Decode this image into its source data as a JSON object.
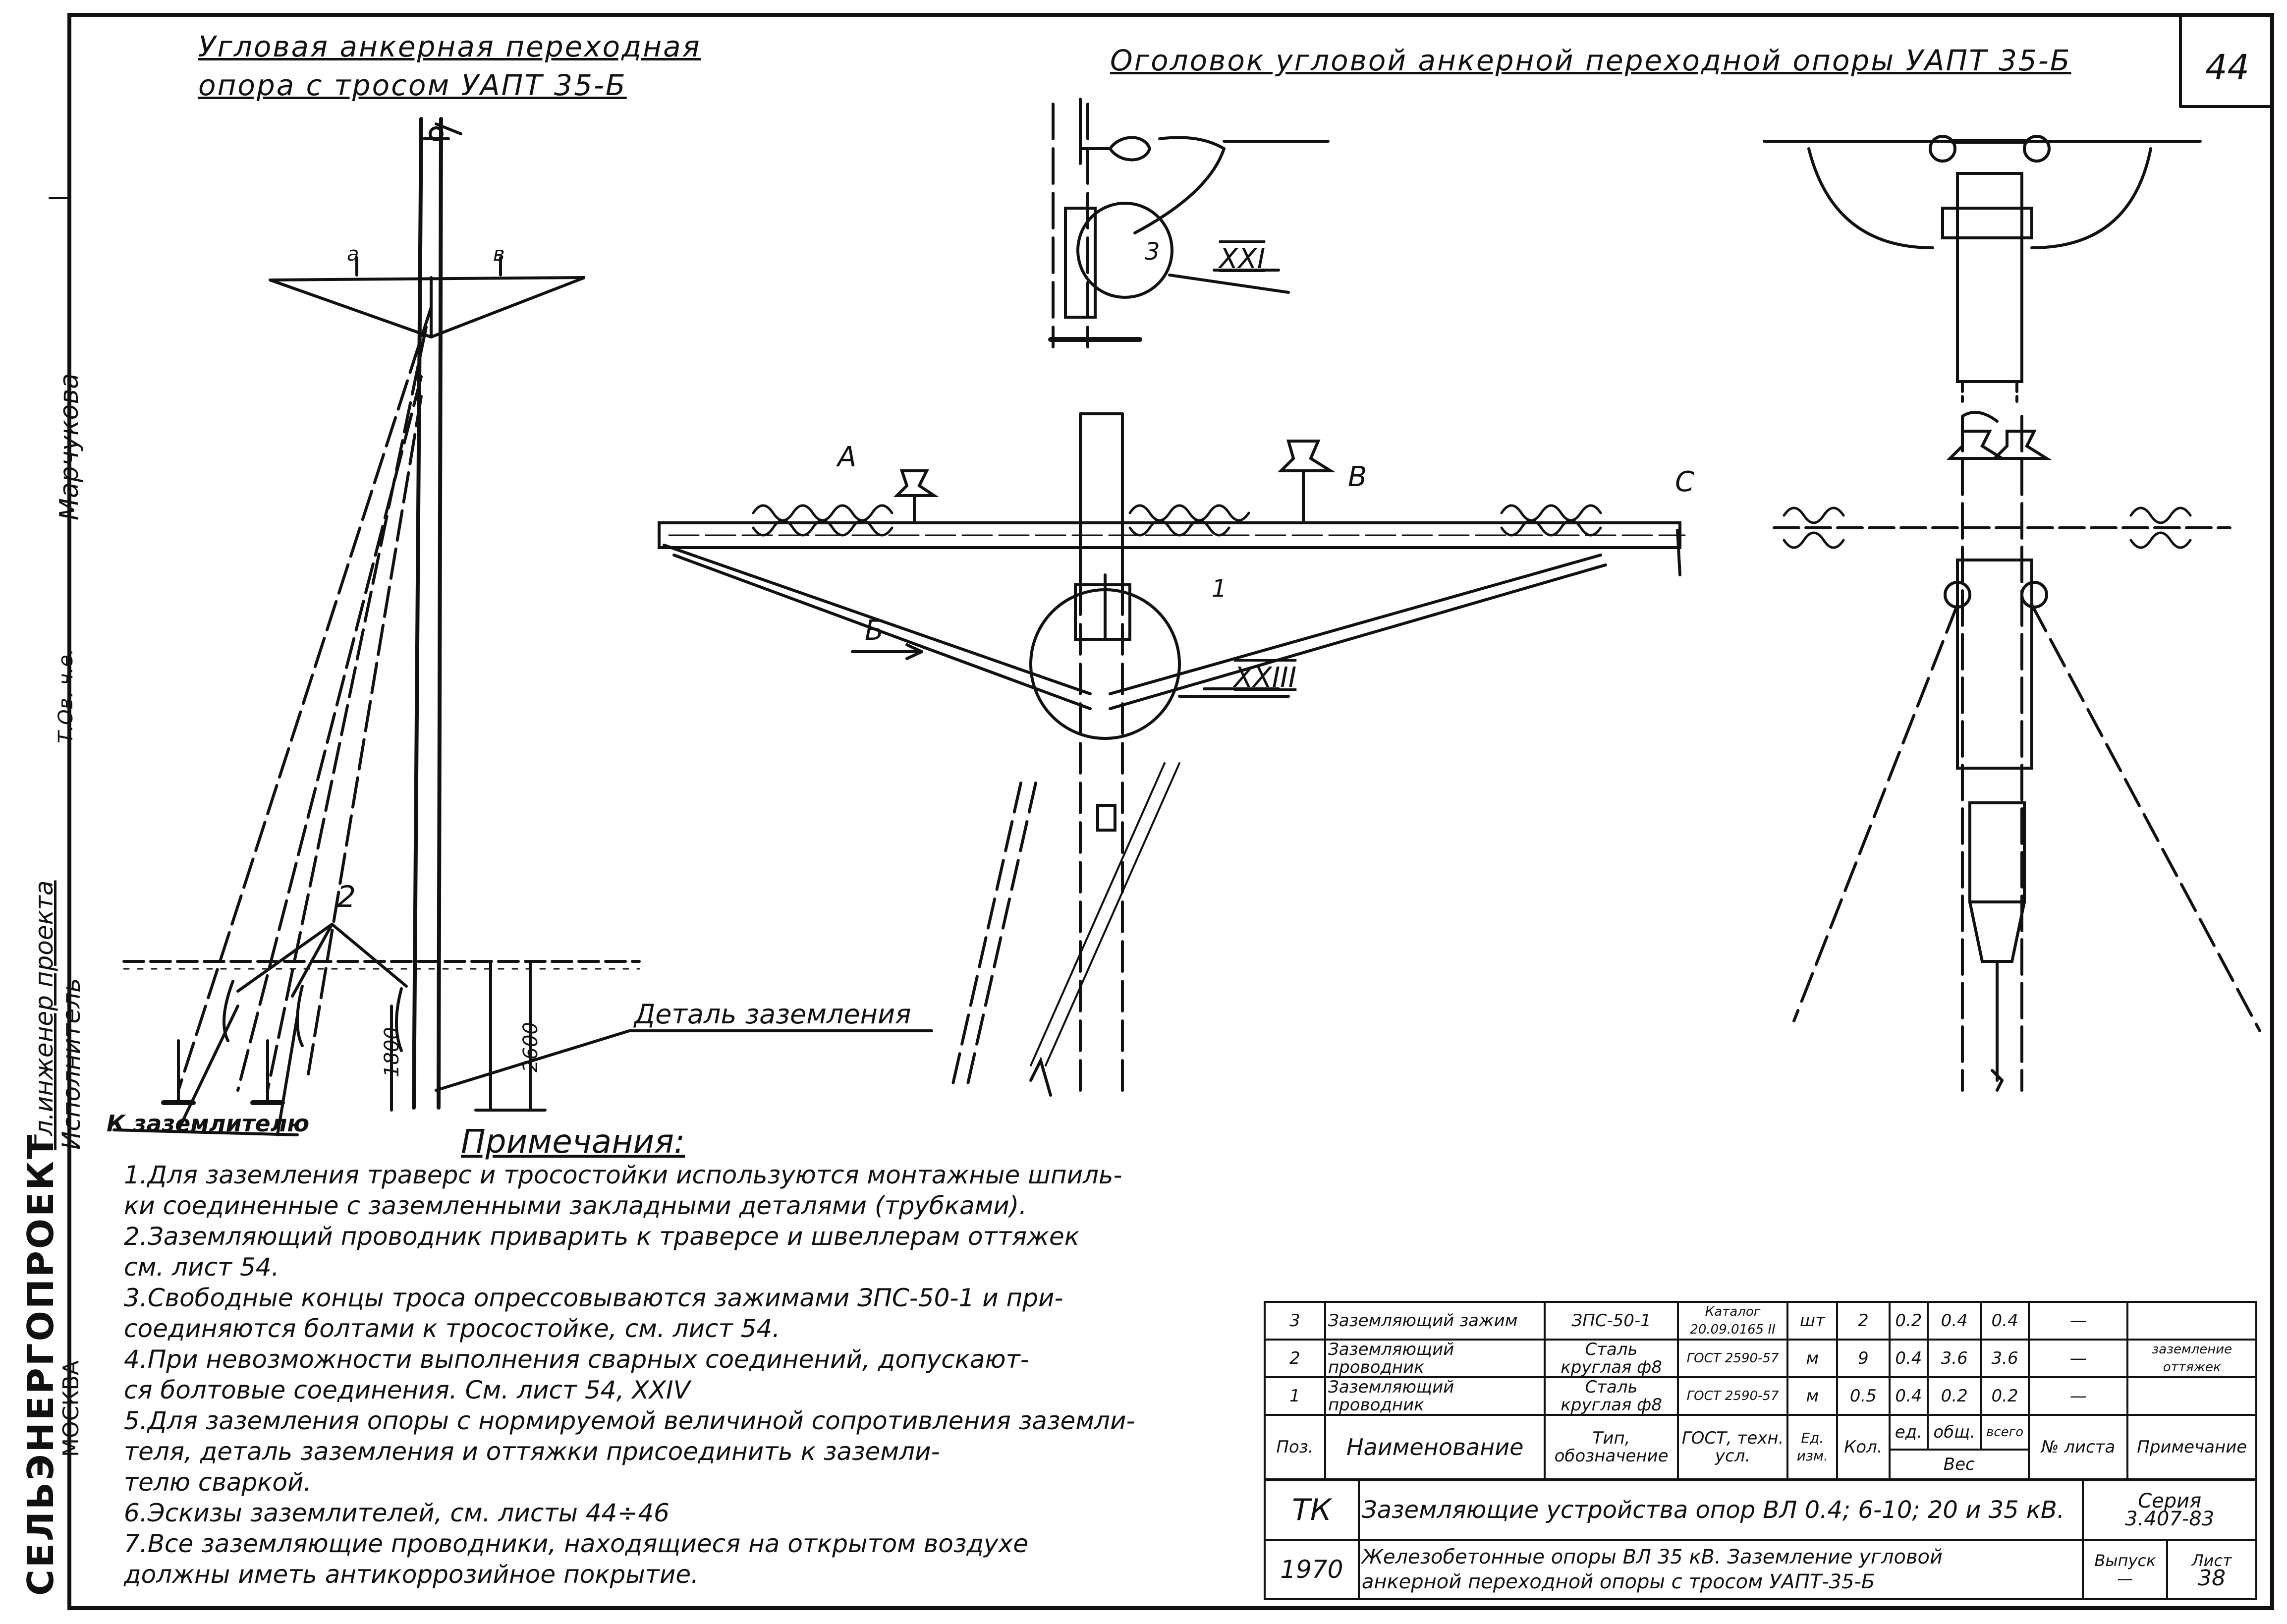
{
  "sheet_number": "44",
  "left_title_line1": "Угловая анкерная переходная",
  "left_title_line2": "опора с тросом УАПТ 35-Б",
  "right_title": "Оголовок угловой анкерной переходной опоры УАПТ 35-Б",
  "side_block": {
    "org": "СЕЛЬЭНЕРГОПРОЕКТ",
    "city": "МОСКВА",
    "role1": "Гл.инженер проекта",
    "role2": "Исполнитель",
    "name1": "Марчукова",
    "name2": "Т.Ов. ч.е."
  },
  "labels": {
    "label_a_left": "а",
    "label_b_left": "в",
    "label_2": "2",
    "label_1": "1",
    "label_3": "3",
    "label_A": "А",
    "label_B": "В",
    "label_C": "С",
    "label_b_arrow": "Б",
    "ref_xxi": "XXI",
    "ref_xxiii": "XXIII",
    "dim_2600": "2600",
    "dim_1800": "1800",
    "detail_grounding": "Деталь заземления",
    "to_grounder": "К заземлителю"
  },
  "notes_heading": "Примечания:",
  "notes": [
    "1.Для заземления траверс и тросостойки используются монтажные шпиль-",
    "ки соединенные с заземленными закладными деталями (трубками).",
    "2.Заземляющий проводник приварить к траверсе и швеллерам оттяжек",
    "см. лист 54.",
    "3.Свободные концы троса опрессовываются зажимами ЗПС-50-1 и при-",
    "соединяются болтами к тросостойке, см. лист 54.",
    "4.При невозможности выполнения сварных соединений, допускают-",
    "ся болтовые соединения. См. лист 54, XXIV",
    "5.Для заземления опоры с нормируемой величиной сопротивления заземли-",
    "теля, деталь заземления и оттяжки присоединить к заземли-",
    "телю сваркой.",
    "6.Эскизы заземлителей, см. листы 44÷46",
    "7.Все заземляющие проводники, находящиеся на открытом воздухе",
    "должны иметь антикоррозийное покрытие."
  ],
  "spec_table": {
    "rows": [
      {
        "pos": "3",
        "name": "Заземляющий зажим",
        "type": "ЗПС-50-1",
        "gost": "Каталог 20.09.0165 II",
        "unit": "шт",
        "qty": "2",
        "w_unit": "0.2",
        "w_total": "0.4",
        "w_all": "0.4",
        "sheet": "—",
        "note": ""
      },
      {
        "pos": "2",
        "name": "Заземляющий проводник",
        "type": "Сталь круглая ф8",
        "gost": "ГОСТ 2590-57",
        "unit": "м",
        "qty": "9",
        "w_unit": "0.4",
        "w_total": "3.6",
        "w_all": "3.6",
        "sheet": "—",
        "note": "заземление оттяжек"
      },
      {
        "pos": "1",
        "name": "Заземляющий проводник",
        "type": "Сталь круглая ф8",
        "gost": "ГОСТ 2590-57",
        "unit": "м",
        "qty": "0.5",
        "w_unit": "0.4",
        "w_total": "0.2",
        "w_all": "0.2",
        "sheet": "—",
        "note": ""
      }
    ],
    "header": {
      "pos": "Поз.",
      "name": "Наименование",
      "type": "Тип, обозначение",
      "gost": "ГОСТ, техн. усл.",
      "unit": "Ед. изм.",
      "qty": "Кол.",
      "w_unit": "ед.",
      "w_total": "общ.",
      "w_all": "всего",
      "weight": "Вес",
      "sheet": "№ листа",
      "note": "Примечание"
    }
  },
  "stamp": {
    "code": "ТК",
    "year": "1970",
    "series_label": "Серия",
    "series": "3.407-83",
    "title1": "Заземляющие устройства опор ВЛ 0.4; 6-10; 20 и 35 кВ.",
    "title2": "Железобетонные опоры ВЛ 35 кВ. Заземление угловой",
    "title3": "анкерной переходной опоры с тросом УАПТ-35-Б",
    "issue_label": "Выпуск",
    "issue": "—",
    "sheet_label": "Лист",
    "sheet": "38"
  }
}
